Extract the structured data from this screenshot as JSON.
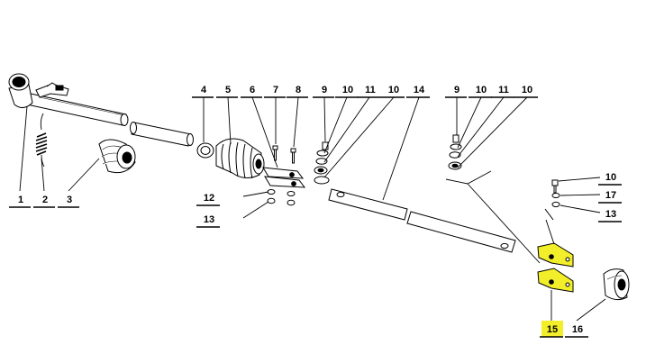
{
  "diagram": {
    "background": "#ffffff",
    "highlight_color": "#f3ee2a",
    "line_color": "#000000",
    "callouts": [
      {
        "id": "c1",
        "text": "1"
      },
      {
        "id": "c2",
        "text": "2"
      },
      {
        "id": "c3",
        "text": "3"
      },
      {
        "id": "c4",
        "text": "4"
      },
      {
        "id": "c5",
        "text": "5"
      },
      {
        "id": "c6",
        "text": "6"
      },
      {
        "id": "c7",
        "text": "7"
      },
      {
        "id": "c8",
        "text": "8"
      },
      {
        "id": "c9a",
        "text": "9"
      },
      {
        "id": "c10a",
        "text": "10"
      },
      {
        "id": "c11a",
        "text": "11"
      },
      {
        "id": "c10b",
        "text": "10"
      },
      {
        "id": "c14",
        "text": "14"
      },
      {
        "id": "c12",
        "text": "12"
      },
      {
        "id": "c13a",
        "text": "13"
      },
      {
        "id": "c9b",
        "text": "9"
      },
      {
        "id": "c10c",
        "text": "10"
      },
      {
        "id": "c11b",
        "text": "11"
      },
      {
        "id": "c10d",
        "text": "10"
      },
      {
        "id": "c10e",
        "text": "10"
      },
      {
        "id": "c17",
        "text": "17"
      },
      {
        "id": "c13b",
        "text": "13"
      },
      {
        "id": "c15",
        "text": "15",
        "highlighted": true
      },
      {
        "id": "c16",
        "text": "16"
      }
    ]
  }
}
